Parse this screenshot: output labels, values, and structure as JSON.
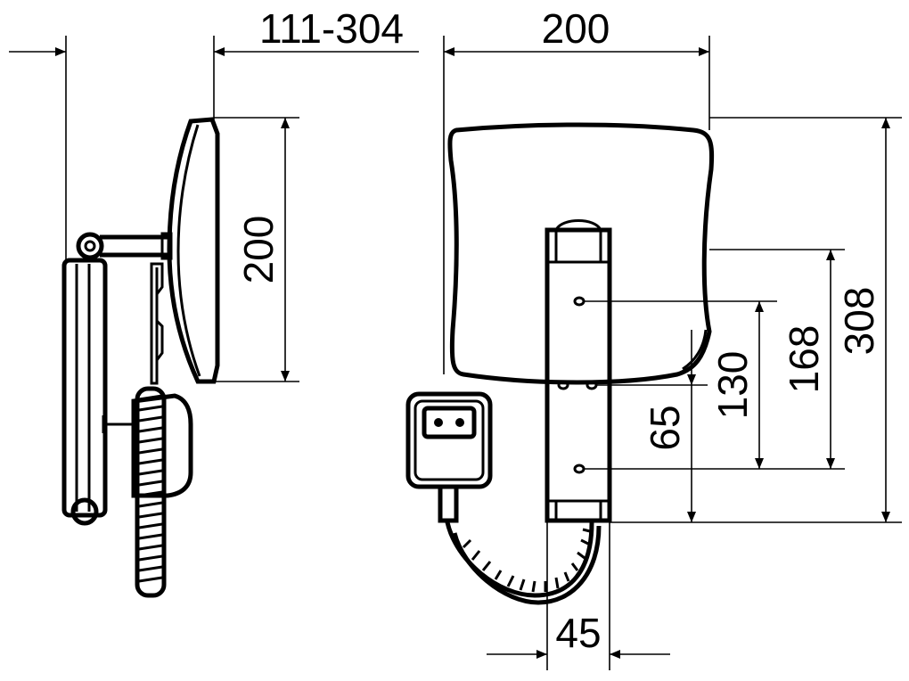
{
  "dimensions": {
    "depth_range": "111-304",
    "mirror_width": "200",
    "mirror_height_side": "200",
    "total_height": "308",
    "mount_168": "168",
    "mount_130": "130",
    "mount_65": "65",
    "arm_width": "45"
  },
  "colors": {
    "line": "#000000",
    "background": "#ffffff"
  }
}
